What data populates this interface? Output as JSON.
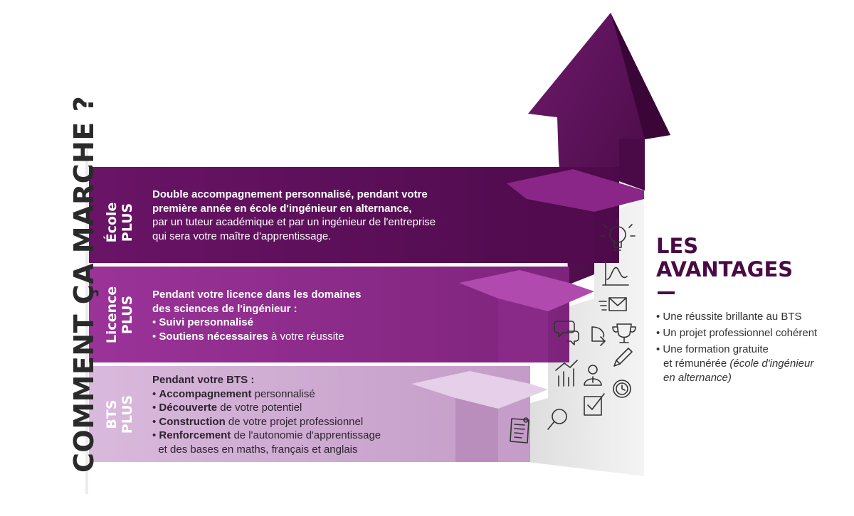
{
  "side_title": "COMMENT ÇA MARCHE ?",
  "colors": {
    "band_top": "#5e0f5c",
    "band_mid": "#8f2c8d",
    "band_low": "#cfa9d2",
    "arrow": "#5a0d57",
    "accent": "#4a0a45"
  },
  "bands": [
    {
      "label_1": "École",
      "label_2": "PLUS",
      "lines": [
        {
          "bold": "Double accompagnement personnalisé, pendant votre",
          "text": ""
        },
        {
          "bold": "première année en école d'ingénieur en alternance,",
          "text": ""
        },
        {
          "bold": "",
          "text": "par un tuteur académique et par un ingénieur de l'entreprise"
        },
        {
          "bold": "",
          "text": "qui sera votre maître d'apprentissage."
        }
      ]
    },
    {
      "label_1": "Licence",
      "label_2": "PLUS",
      "lines": [
        {
          "bold": "Pendant votre licence dans les domaines",
          "text": ""
        },
        {
          "bold": "des sciences de l'ingénieur :",
          "text": ""
        },
        {
          "bullet": "• ",
          "bold": "Suivi personnalisé",
          "text": ""
        },
        {
          "bullet": "• ",
          "bold": "Soutiens nécessaires",
          "text": " à votre réussite"
        }
      ]
    },
    {
      "label_1": "BTS",
      "label_2": "PLUS",
      "lines": [
        {
          "bold": "Pendant votre BTS :",
          "text": ""
        },
        {
          "bullet": "• ",
          "bold": "Accompagnement",
          "text": " personnalisé"
        },
        {
          "bullet": "• ",
          "bold": "Découverte",
          "text": " de votre potentiel"
        },
        {
          "bullet": "• ",
          "bold": "Construction",
          "text": " de votre projet professionnel"
        },
        {
          "bullet": "• ",
          "bold": "Renforcement",
          "text": " de l'autonomie d'apprentissage"
        },
        {
          "bullet": "",
          "bold": "",
          "text": "  et des bases en maths, français et anglais"
        }
      ]
    }
  ],
  "advantages": {
    "title_1": "LES",
    "title_2": "AVANTAGES",
    "items": [
      {
        "text": "• Une réussite brillante au BTS"
      },
      {
        "text": "• Un projet professionnel cohérent"
      },
      {
        "text": "• Une formation gratuite",
        "cont": "et rémunérée ",
        "italic": "(école d'ingénieur",
        "cont2": "en alternance)"
      }
    ]
  },
  "icons": [
    "lightbulb-icon",
    "chart-icon",
    "email-icon",
    "chat-icon",
    "rotate-icon",
    "trophy-icon",
    "bar-chart-icon",
    "person-icon",
    "pencil-icon",
    "document-icon",
    "magnifier-icon",
    "checklist-icon",
    "clock-icon"
  ]
}
